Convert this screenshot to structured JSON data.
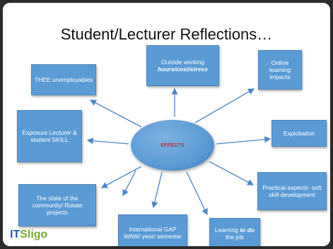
{
  "title": "Student/Lecturer Reflections…",
  "center": "EFFECTS",
  "boxes": {
    "outside_line1": "Outside working",
    "outside_line2": "hours/cost/stress",
    "online": "Online learning impacts",
    "thee": "THEE unemployables",
    "exposure": "Exposure Lecturer & student SKILL",
    "exploitation": "Exploitation",
    "practical": "Practical aspects- soft skill development",
    "community": "The state of the community/ Rotate projects",
    "international": "International GAP WAW/ year/ semester",
    "learning_a": "Learning ",
    "learning_b": "to do",
    "learning_c": " the job"
  },
  "logo": {
    "part1": "IT",
    "part2": "Sligo"
  },
  "colors": {
    "box_fill": "#5b9bd5",
    "center_text": "#c0282d",
    "arrow": "#4a86c5",
    "logo_blue": "#2a5aa8",
    "logo_green": "#76a92c"
  }
}
